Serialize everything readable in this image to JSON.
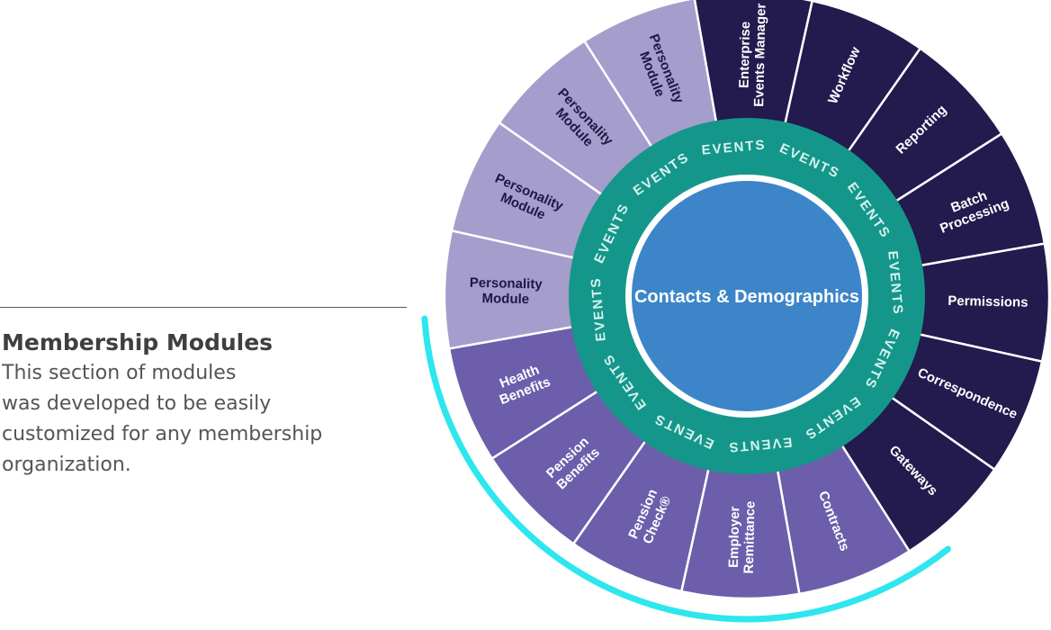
{
  "caption": {
    "title": "Membership Modules",
    "body": "This section of modules\nwas developed to be easily\ncustomized for any membership\norganization."
  },
  "center": {
    "label": "Contacts & Demographics"
  },
  "events_ring": {
    "label": "EVENTS",
    "count": 12
  },
  "colors": {
    "dark": "#231a4e",
    "light": "#a59dcc",
    "medium": "#6c5eab",
    "teal": "#14978a",
    "center": "#3d85c9",
    "highlight": "#2ee6ee",
    "dark_text": "#ffffff",
    "light_text": "#1f1843",
    "medium_text": "#ffffff",
    "events_text": "#d8f3ef",
    "center_text": "#ffffff"
  },
  "segments": [
    {
      "name": "enterprise-events-manager",
      "lines": [
        "Enterprise",
        "Events Manager"
      ],
      "group": "dark"
    },
    {
      "name": "workflow",
      "lines": [
        "Workflow"
      ],
      "group": "dark"
    },
    {
      "name": "reporting",
      "lines": [
        "Reporting"
      ],
      "group": "dark"
    },
    {
      "name": "batch-processing",
      "lines": [
        "Batch",
        "Processing"
      ],
      "group": "dark"
    },
    {
      "name": "permissions",
      "lines": [
        "Permissions"
      ],
      "group": "dark"
    },
    {
      "name": "correspondence",
      "lines": [
        "Correspondence"
      ],
      "group": "dark"
    },
    {
      "name": "gateways",
      "lines": [
        "Gateways"
      ],
      "group": "dark"
    },
    {
      "name": "contracts",
      "lines": [
        "Contracts"
      ],
      "group": "medium"
    },
    {
      "name": "employer-remittance",
      "lines": [
        "Employer",
        "Remittance"
      ],
      "group": "medium"
    },
    {
      "name": "pension-check",
      "lines": [
        "Pension",
        "Check®"
      ],
      "group": "medium"
    },
    {
      "name": "pension-benefits",
      "lines": [
        "Pension",
        "Benefits"
      ],
      "group": "medium"
    },
    {
      "name": "health-benefits",
      "lines": [
        "Health",
        "Benefits"
      ],
      "group": "medium"
    },
    {
      "name": "personality-module-1",
      "lines": [
        "Personality",
        "Module"
      ],
      "group": "light"
    },
    {
      "name": "personality-module-2",
      "lines": [
        "Personality",
        "Module"
      ],
      "group": "light"
    },
    {
      "name": "personality-module-3",
      "lines": [
        "Personality",
        "Module"
      ],
      "group": "light"
    },
    {
      "name": "personality-module-4",
      "lines": [
        "Personality",
        "Module"
      ],
      "group": "light"
    }
  ]
}
